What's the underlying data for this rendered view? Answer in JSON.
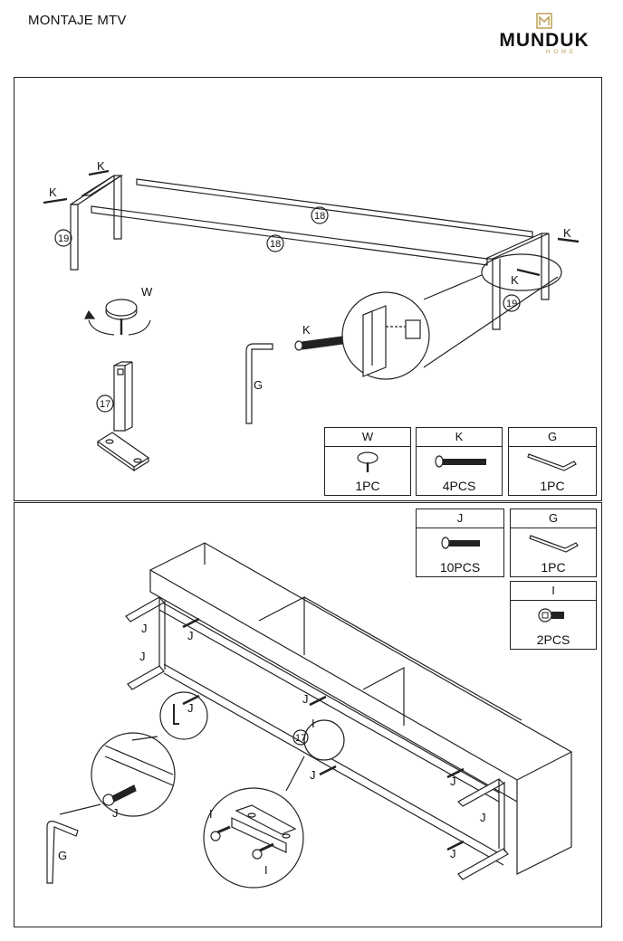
{
  "header": {
    "title": "MONTAJE MTV",
    "brand_name": "MUNDUK",
    "brand_sub": "HOME",
    "brand_color": "#b89a4a"
  },
  "step1": {
    "callouts": {
      "k1": "K",
      "k2": "K",
      "k3": "K",
      "k4": "K",
      "k5": "K",
      "w": "W",
      "g": "G",
      "p18a": "18",
      "p18b": "18",
      "p19a": "19",
      "p19b": "19",
      "p17": "17"
    },
    "parts": [
      {
        "code": "W",
        "qty": "1PC",
        "icon": "glide-foot-icon"
      },
      {
        "code": "K",
        "qty": "4PCS",
        "icon": "bolt-icon"
      },
      {
        "code": "G",
        "qty": "1PC",
        "icon": "allen-key-icon"
      }
    ]
  },
  "step2": {
    "callouts": {
      "j1": "J",
      "j2": "J",
      "j3": "J",
      "j4": "J",
      "j5": "J",
      "j6": "J",
      "j7": "J",
      "j8": "J",
      "j9": "J",
      "j10": "J",
      "i1": "I",
      "i2": "I",
      "i3": "I",
      "g": "G",
      "p17": "17"
    },
    "parts": [
      {
        "code": "J",
        "qty": "10PCS",
        "icon": "bolt-icon"
      },
      {
        "code": "G",
        "qty": "1PC",
        "icon": "allen-key-icon"
      },
      {
        "code": "I",
        "qty": "2PCS",
        "icon": "screw-icon"
      }
    ]
  }
}
